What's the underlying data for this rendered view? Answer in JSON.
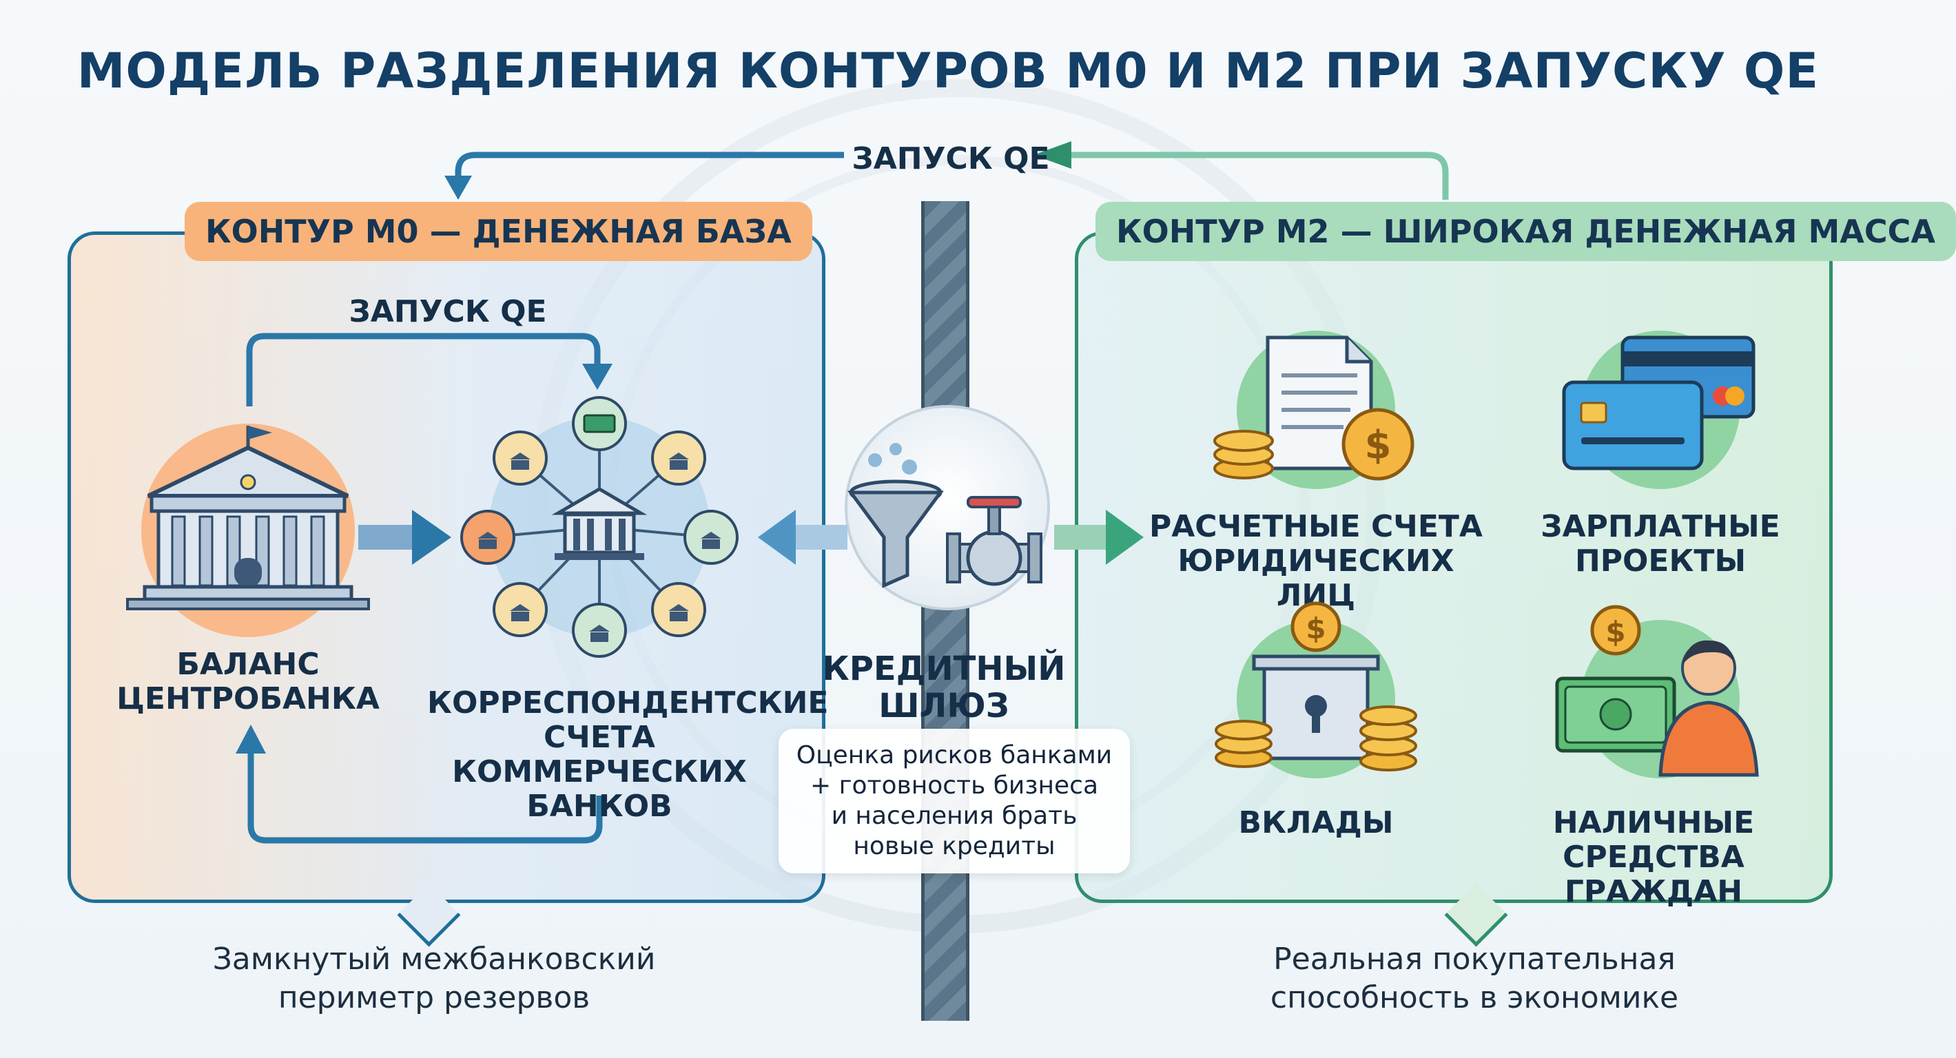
{
  "title": "МОДЕЛЬ РАЗДЕЛЕНИЯ КОНТУРОВ М0 И М2 ПРИ ЗАПУСКУ QE",
  "top_arrow_label": "ЗАПУСК QE",
  "m0": {
    "tag": "КОНТУР М0 — ДЕНЕЖНАЯ БАЗА",
    "qe_label": "ЗАПУСК QE",
    "central_bank_label": [
      "БАЛАНС",
      "ЦЕНТРОБАНКА"
    ],
    "accounts_label": [
      "КОРРЕСПОНДЕНТСКИЕ",
      "СЧЕТА",
      "КОММЕРЧЕСКИХ",
      "БАНКОВ"
    ],
    "caption": [
      "Замкнутый межбанковский",
      "периметр резервов"
    ]
  },
  "gateway": {
    "label": [
      "КРЕДИТНЫЙ",
      "ШЛЮЗ"
    ],
    "note": [
      "Оценка рисков банками",
      "+ готовность бизнеса",
      "и населения брать",
      "новые кредиты"
    ]
  },
  "m2": {
    "tag": "КОНТУР М2 — ШИРОКАЯ ДЕНЕЖНАЯ МАССА",
    "items": [
      {
        "label": [
          "РАСЧЕТНЫЕ СЧЕТА",
          "ЮРИДИЧЕСКИХ ЛИЦ"
        ],
        "icon": "document-coins-icon"
      },
      {
        "label": [
          "ЗАРПЛАТНЫЕ",
          "ПРОЕКТЫ"
        ],
        "icon": "bank-cards-icon"
      },
      {
        "label": [
          "ВКЛАДЫ"
        ],
        "icon": "safe-coins-icon"
      },
      {
        "label": [
          "НАЛИЧНЫЕ СРЕДСТВА",
          "ГРАЖДАН"
        ],
        "icon": "cash-person-icon"
      }
    ],
    "caption": [
      "Реальная покупательная",
      "способность в экономике"
    ]
  },
  "colors": {
    "title": "#143f66",
    "m0_border": "#1f6f99",
    "m2_border": "#2f8f6c",
    "m0_tag": "#f8b37a",
    "m2_tag": "#a8dcbc"
  }
}
